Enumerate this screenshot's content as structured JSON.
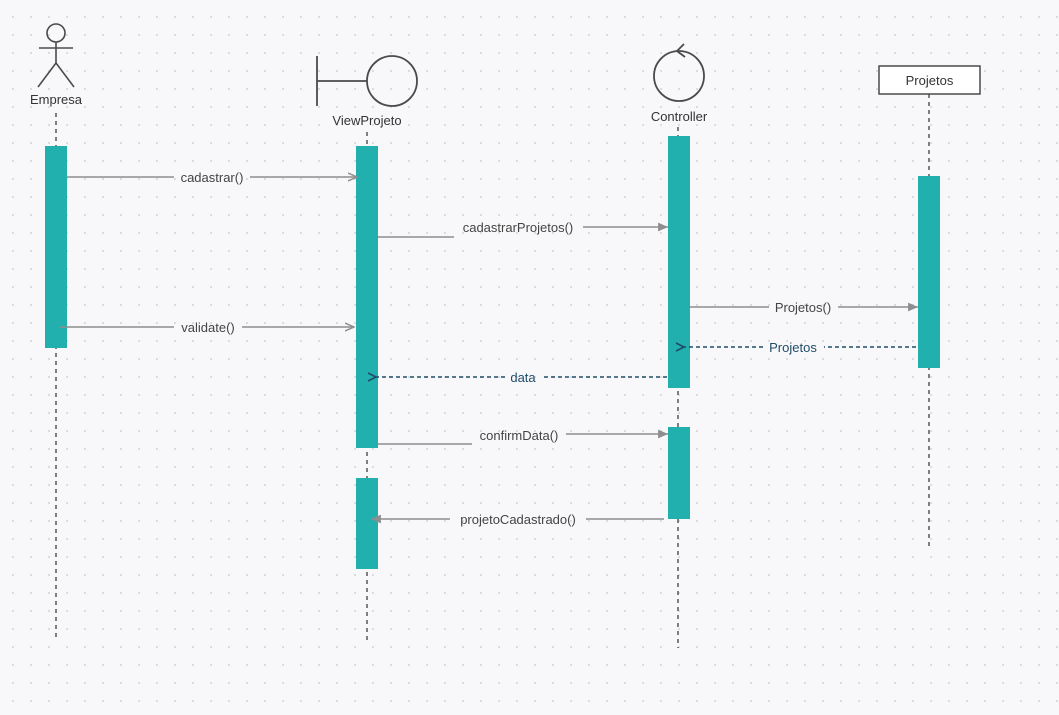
{
  "participants": {
    "empresa": "Empresa",
    "view": "ViewProjeto",
    "controller": "Controller",
    "projetos": "Projetos"
  },
  "messages": {
    "m1": "cadastrar()",
    "m2": "cadastrarProjetos()",
    "m3": "Projetos()",
    "m4": "validate()",
    "m5": "Projetos",
    "m6": "data",
    "m7": "confirmData()",
    "m8": "projetoCadastrado()"
  },
  "colors": {
    "activation": "#22b0ae",
    "lifeline": "#4a4a4a",
    "sync_arrow": "#8e8e8e",
    "return_arrow": "#1f4c66"
  }
}
